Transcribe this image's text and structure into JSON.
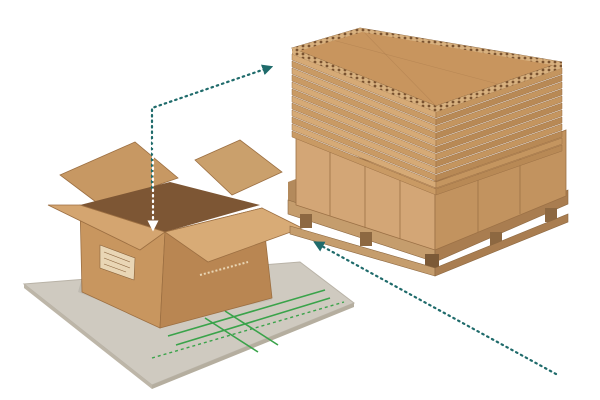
{
  "diagram": {
    "colors": {
      "arrow": "#1f6b6b",
      "cardboard": "#c99a64",
      "cardboard_dark": "#a9784a",
      "cardboard_light": "#dcb583",
      "sheet": "#cfcac0",
      "tape": "#3aa34a"
    },
    "elements": [
      {
        "name": "slip-sheet",
        "kind": "flat corrugated sheet"
      },
      {
        "name": "open-box",
        "kind": "open cardboard box"
      },
      {
        "name": "pallet-load",
        "kind": "stacked boxes with corrugated layer pads on a wooden pallet"
      }
    ],
    "arrows": [
      {
        "name": "arrow-box-to-pallet-top",
        "style": "dotted"
      },
      {
        "name": "arrow-into-box",
        "style": "dotted-white"
      },
      {
        "name": "arrow-sheet-to-pallet",
        "style": "dotted"
      }
    ]
  }
}
